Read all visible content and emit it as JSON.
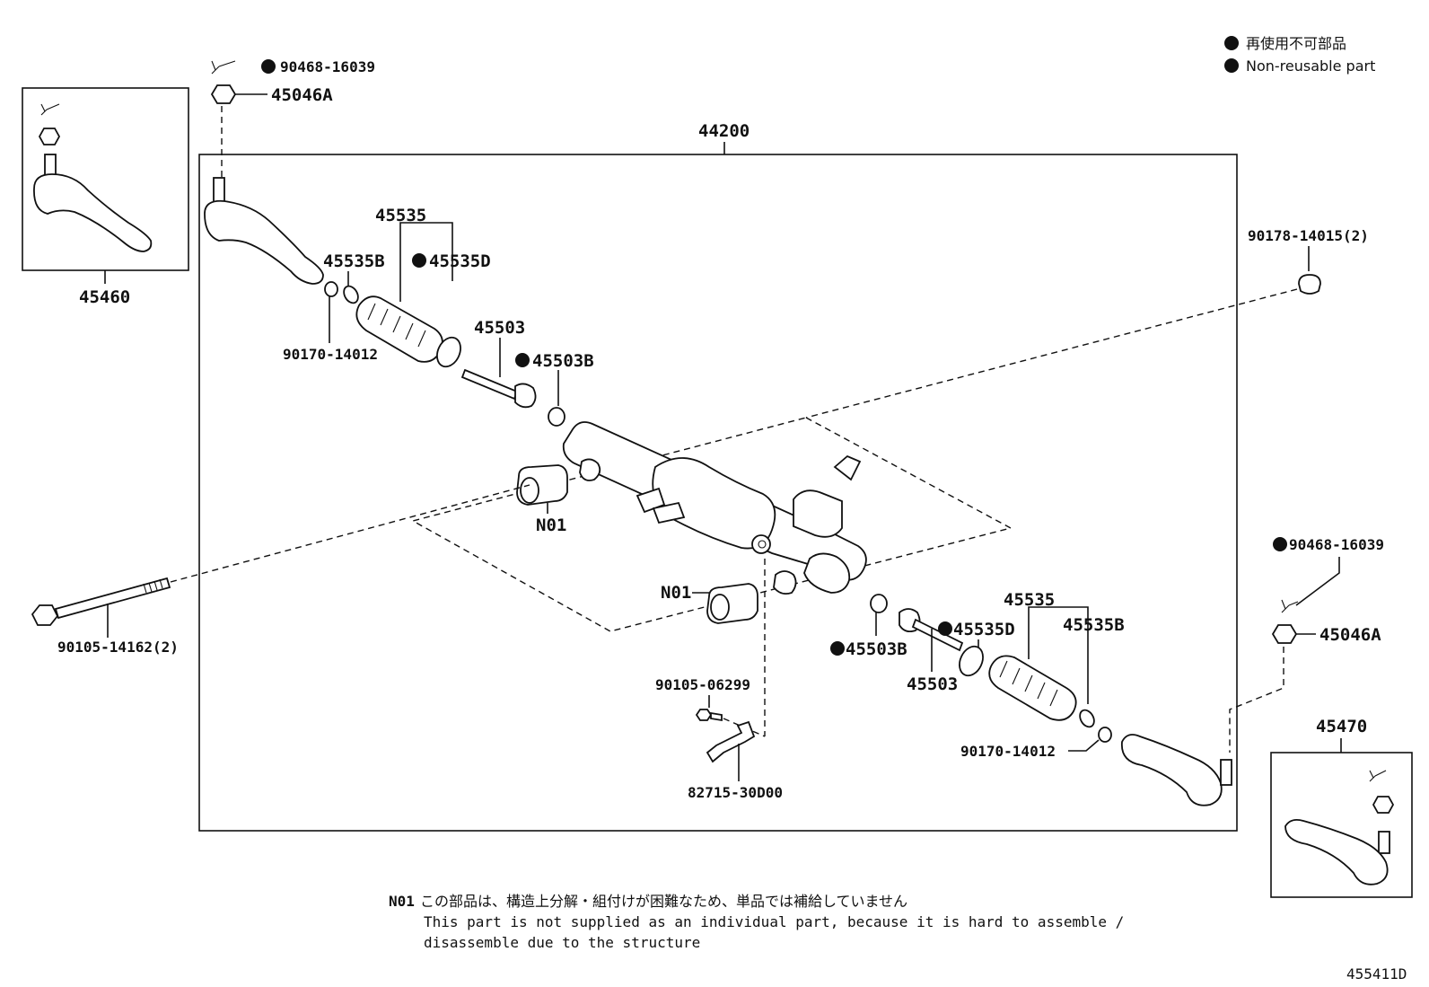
{
  "legend": {
    "jp": "再使用不可部品",
    "en": "Non-reusable part"
  },
  "labels": {
    "nut_bolt_upper": "90468-16039",
    "nut_upper": "45046A",
    "assembly": "44200",
    "tie_rod_end_lh": "45460",
    "boot_set_upper": "45535",
    "clip_upper": "45535B",
    "clamp_upper": "45535D",
    "ring_upper": "90170-14012",
    "tie_rod_upper": "45503",
    "washer_upper": "45503B",
    "nut_right": "90178-14015(2)",
    "bushing_upper": "N01",
    "bolt_long": "90105-14162(2)",
    "bushing_lower": "N01",
    "bolt_small": "90105-06299",
    "bracket": "82715-30D00",
    "boot_set_lower": "45535",
    "clamp_lower": "45535D",
    "clip_lower": "45535B",
    "washer_lower": "45503B",
    "tie_rod_lower": "45503",
    "ring_lower": "90170-14012",
    "nut_bolt_lower": "90468-16039",
    "nut_lower": "45046A",
    "tie_rod_end_rh": "45470"
  },
  "note": {
    "code": "N01",
    "jp": "この部品は、構造上分解・組付けが困難なため、単品では補給していません",
    "en_line1": "This part is not supplied as an individual part, because it is hard to assemble /",
    "en_line2": "disassemble due to the structure"
  },
  "figure_id": "455411D"
}
